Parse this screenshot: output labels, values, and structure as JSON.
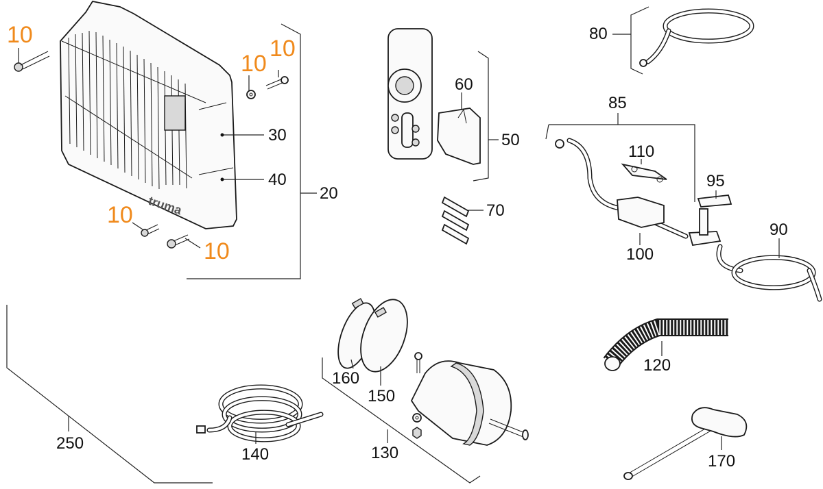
{
  "diagram": {
    "title": "Exploded parts diagram",
    "accent_color": "#f08a1c",
    "text_color": "#111111",
    "parts": [
      {
        "id": "p10a",
        "label": "10",
        "name": "screw",
        "highlight": true
      },
      {
        "id": "p10b",
        "label": "10",
        "name": "washer",
        "highlight": true
      },
      {
        "id": "p10c",
        "label": "10",
        "name": "screw",
        "highlight": true
      },
      {
        "id": "p10d",
        "label": "10",
        "name": "screw",
        "highlight": true
      },
      {
        "id": "p10e",
        "label": "10",
        "name": "screw",
        "highlight": true
      },
      {
        "id": "p20",
        "label": "20",
        "name": "control-unit-assembly"
      },
      {
        "id": "p30",
        "label": "30",
        "name": "upper-cover"
      },
      {
        "id": "p40",
        "label": "40",
        "name": "lower-cover"
      },
      {
        "id": "p50",
        "label": "50",
        "name": "remote-control-assembly"
      },
      {
        "id": "p60",
        "label": "60",
        "name": "remote-holder"
      },
      {
        "id": "p70",
        "label": "70",
        "name": "batteries"
      },
      {
        "id": "p80",
        "label": "80",
        "name": "ground-cable"
      },
      {
        "id": "p85",
        "label": "85",
        "name": "cable-harness-assembly"
      },
      {
        "id": "p90",
        "label": "90",
        "name": "power-cable"
      },
      {
        "id": "p95",
        "label": "95",
        "name": "switch-key"
      },
      {
        "id": "p100",
        "label": "100",
        "name": "fuse-holder"
      },
      {
        "id": "p110",
        "label": "110",
        "name": "fuse"
      },
      {
        "id": "p120",
        "label": "120",
        "name": "corrugated-hose"
      },
      {
        "id": "p130",
        "label": "130",
        "name": "motor-assembly"
      },
      {
        "id": "p140",
        "label": "140",
        "name": "connection-cable"
      },
      {
        "id": "p150",
        "label": "150",
        "name": "hose-clamp"
      },
      {
        "id": "p160",
        "label": "160",
        "name": "hose-clamp-small"
      },
      {
        "id": "p170",
        "label": "170",
        "name": "t-handle-wrench"
      },
      {
        "id": "p250",
        "label": "250",
        "name": "complete-kit"
      }
    ]
  }
}
